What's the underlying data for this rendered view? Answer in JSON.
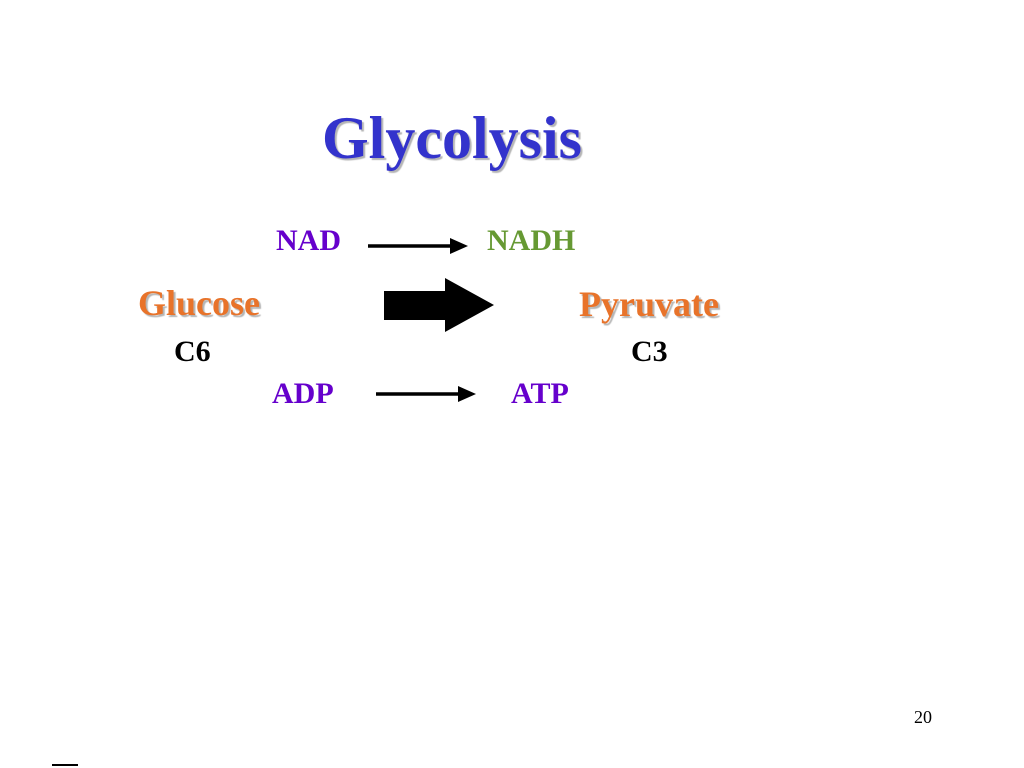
{
  "slide": {
    "title": "Glycolysis",
    "page_number": "20"
  },
  "reaction": {
    "substrate": "Glucose",
    "substrate_carbons": "C6",
    "product": "Pyruvate",
    "product_carbons": "C3",
    "cofactor_in_top": "NAD",
    "cofactor_out_top": "NADH",
    "cofactor_in_bottom": "ADP",
    "cofactor_out_bottom": "ATP"
  },
  "colors": {
    "title": "#3333cc",
    "cofactor": "#6600cc",
    "nadh": "#669933",
    "substrate": "#e8732a",
    "carbons": "#000000",
    "arrow": "#000000"
  }
}
